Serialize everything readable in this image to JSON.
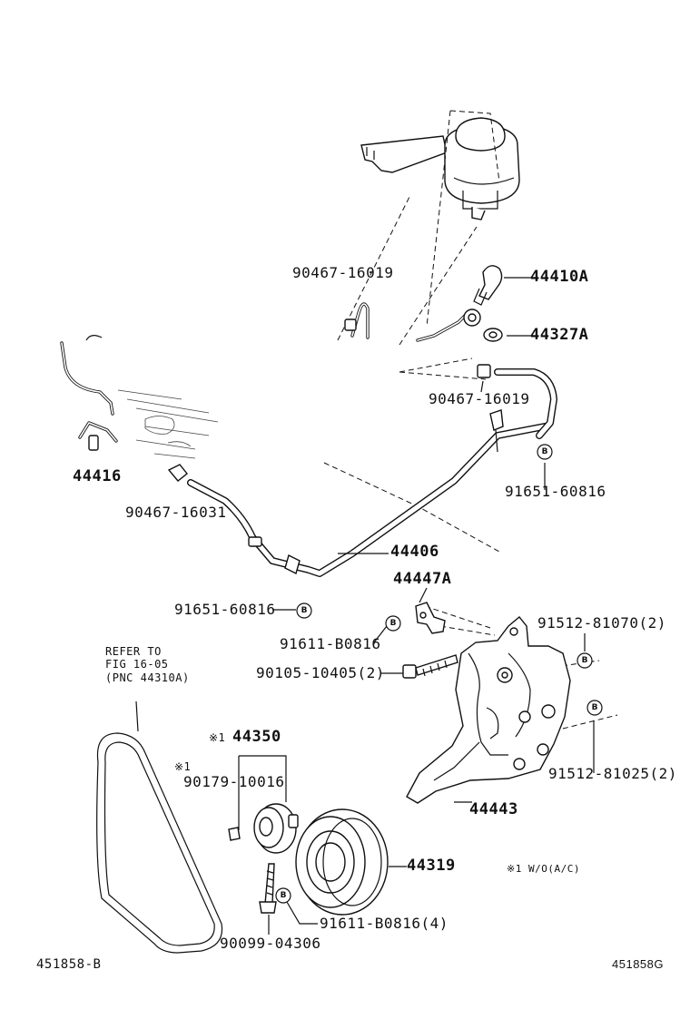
{
  "labels": {
    "p90467_16019_top": "90467-16019",
    "p44410A": "44410A",
    "p44327A": "44327A",
    "p90467_16019_mid": "90467-16019",
    "p91651_60816_right": "91651-60816",
    "p44416": "44416",
    "p90467_16031": "90467-16031",
    "p44406": "44406",
    "p44447A": "44447A",
    "p91651_60816_left": "91651-60816",
    "p91612_81070": "91512-81070(2)",
    "p91611_B0816": "91611-B0816",
    "p90105_10405": "90105-10405(2)",
    "p91512_81025": "91512-81025(2)",
    "p44443": "44443",
    "p44350_mark": "※1",
    "p44350": "44350",
    "p90179_mark": "※1",
    "p90179_10016": "90179-10016",
    "p44319": "44319",
    "p91611_B0816_4": "91611-B0816(4)",
    "p90099_04306": "90099-04306"
  },
  "refer": {
    "line1": "REFER TO",
    "line2": "FIG 16-05",
    "line3": "(PNC 44310A)"
  },
  "note": "※1 W/O(A/C)",
  "footer": {
    "left_code": "451858-B",
    "right_code": "451858G"
  },
  "bolt_marker": "B"
}
